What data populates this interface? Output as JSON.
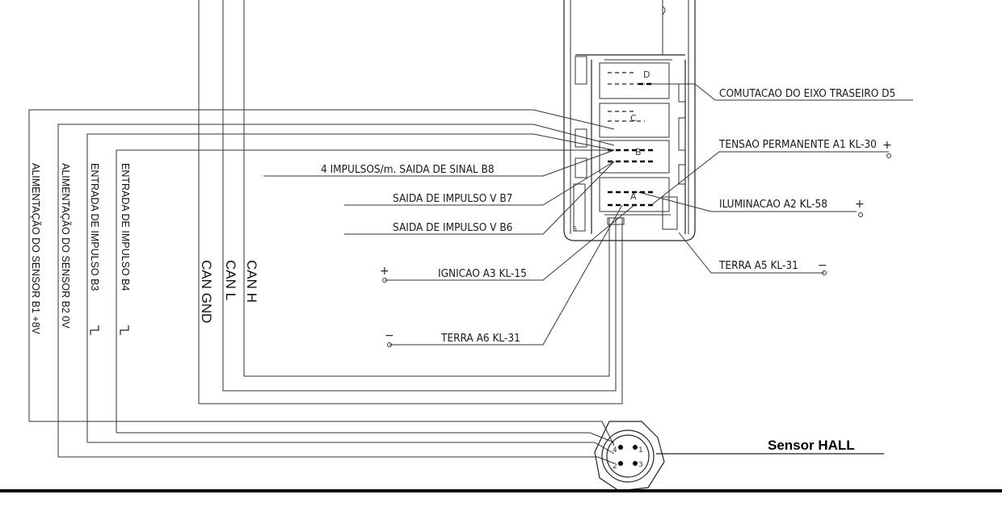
{
  "labels": {
    "d5": "COMUTACAO DO EIXO TRASEIRO D5",
    "a1": "TENSAO PERMANENTE A1 KL-30",
    "a2": "ILUMINACAO A2 KL-58",
    "a5": "TERRA A5 KL-31",
    "b8": "4 IMPULSOS/m. SAIDA DE SINAL B8",
    "b7": "SAIDA DE IMPULSO V B7",
    "b6": "SAIDA DE IMPULSO V B6",
    "a3": "IGNICAO A3 KL-15",
    "a6": "TERRA A6 KL-31"
  },
  "signs": {
    "plus": "+",
    "minus": "−"
  },
  "vertical_labels": {
    "b1": "ALIMENTAÇÃO DO SENSOR B1 +8V",
    "b2": "ALIMENTAÇÃO DO SENSOR B2 0V",
    "b3": "ENTRADA DE IMPULSO  B3",
    "b4": "ENTRADA DE IMPULSO  B4"
  },
  "can_labels": {
    "gnd": "CAN GND",
    "l": "CAN L",
    "h": "CAN H"
  },
  "connector_letters": {
    "d": "D",
    "c": "C",
    "b": "B",
    "a": "A",
    "n": "5"
  },
  "sensor": {
    "title": "Sensor HALL",
    "pins": [
      "1",
      "2",
      "3",
      "4"
    ]
  }
}
